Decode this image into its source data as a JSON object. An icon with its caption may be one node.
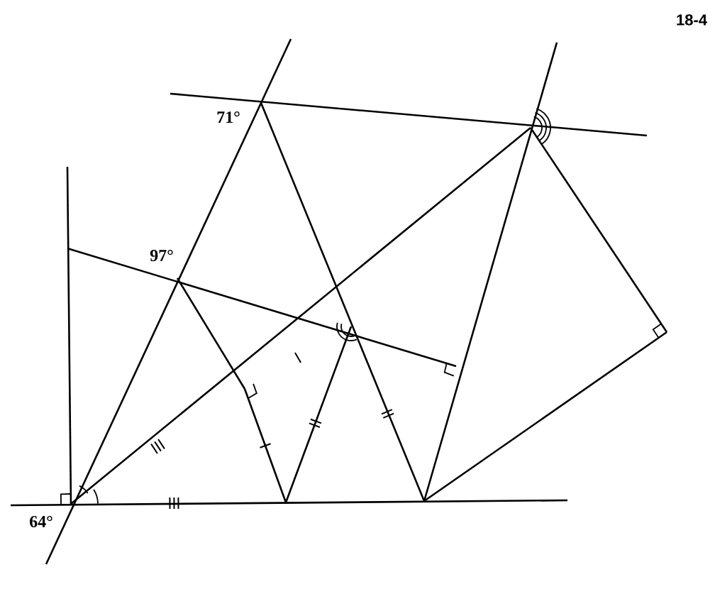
{
  "diagram": {
    "labels": [
      "18-4",
      "71°",
      "97°",
      "64°"
    ]
  }
}
